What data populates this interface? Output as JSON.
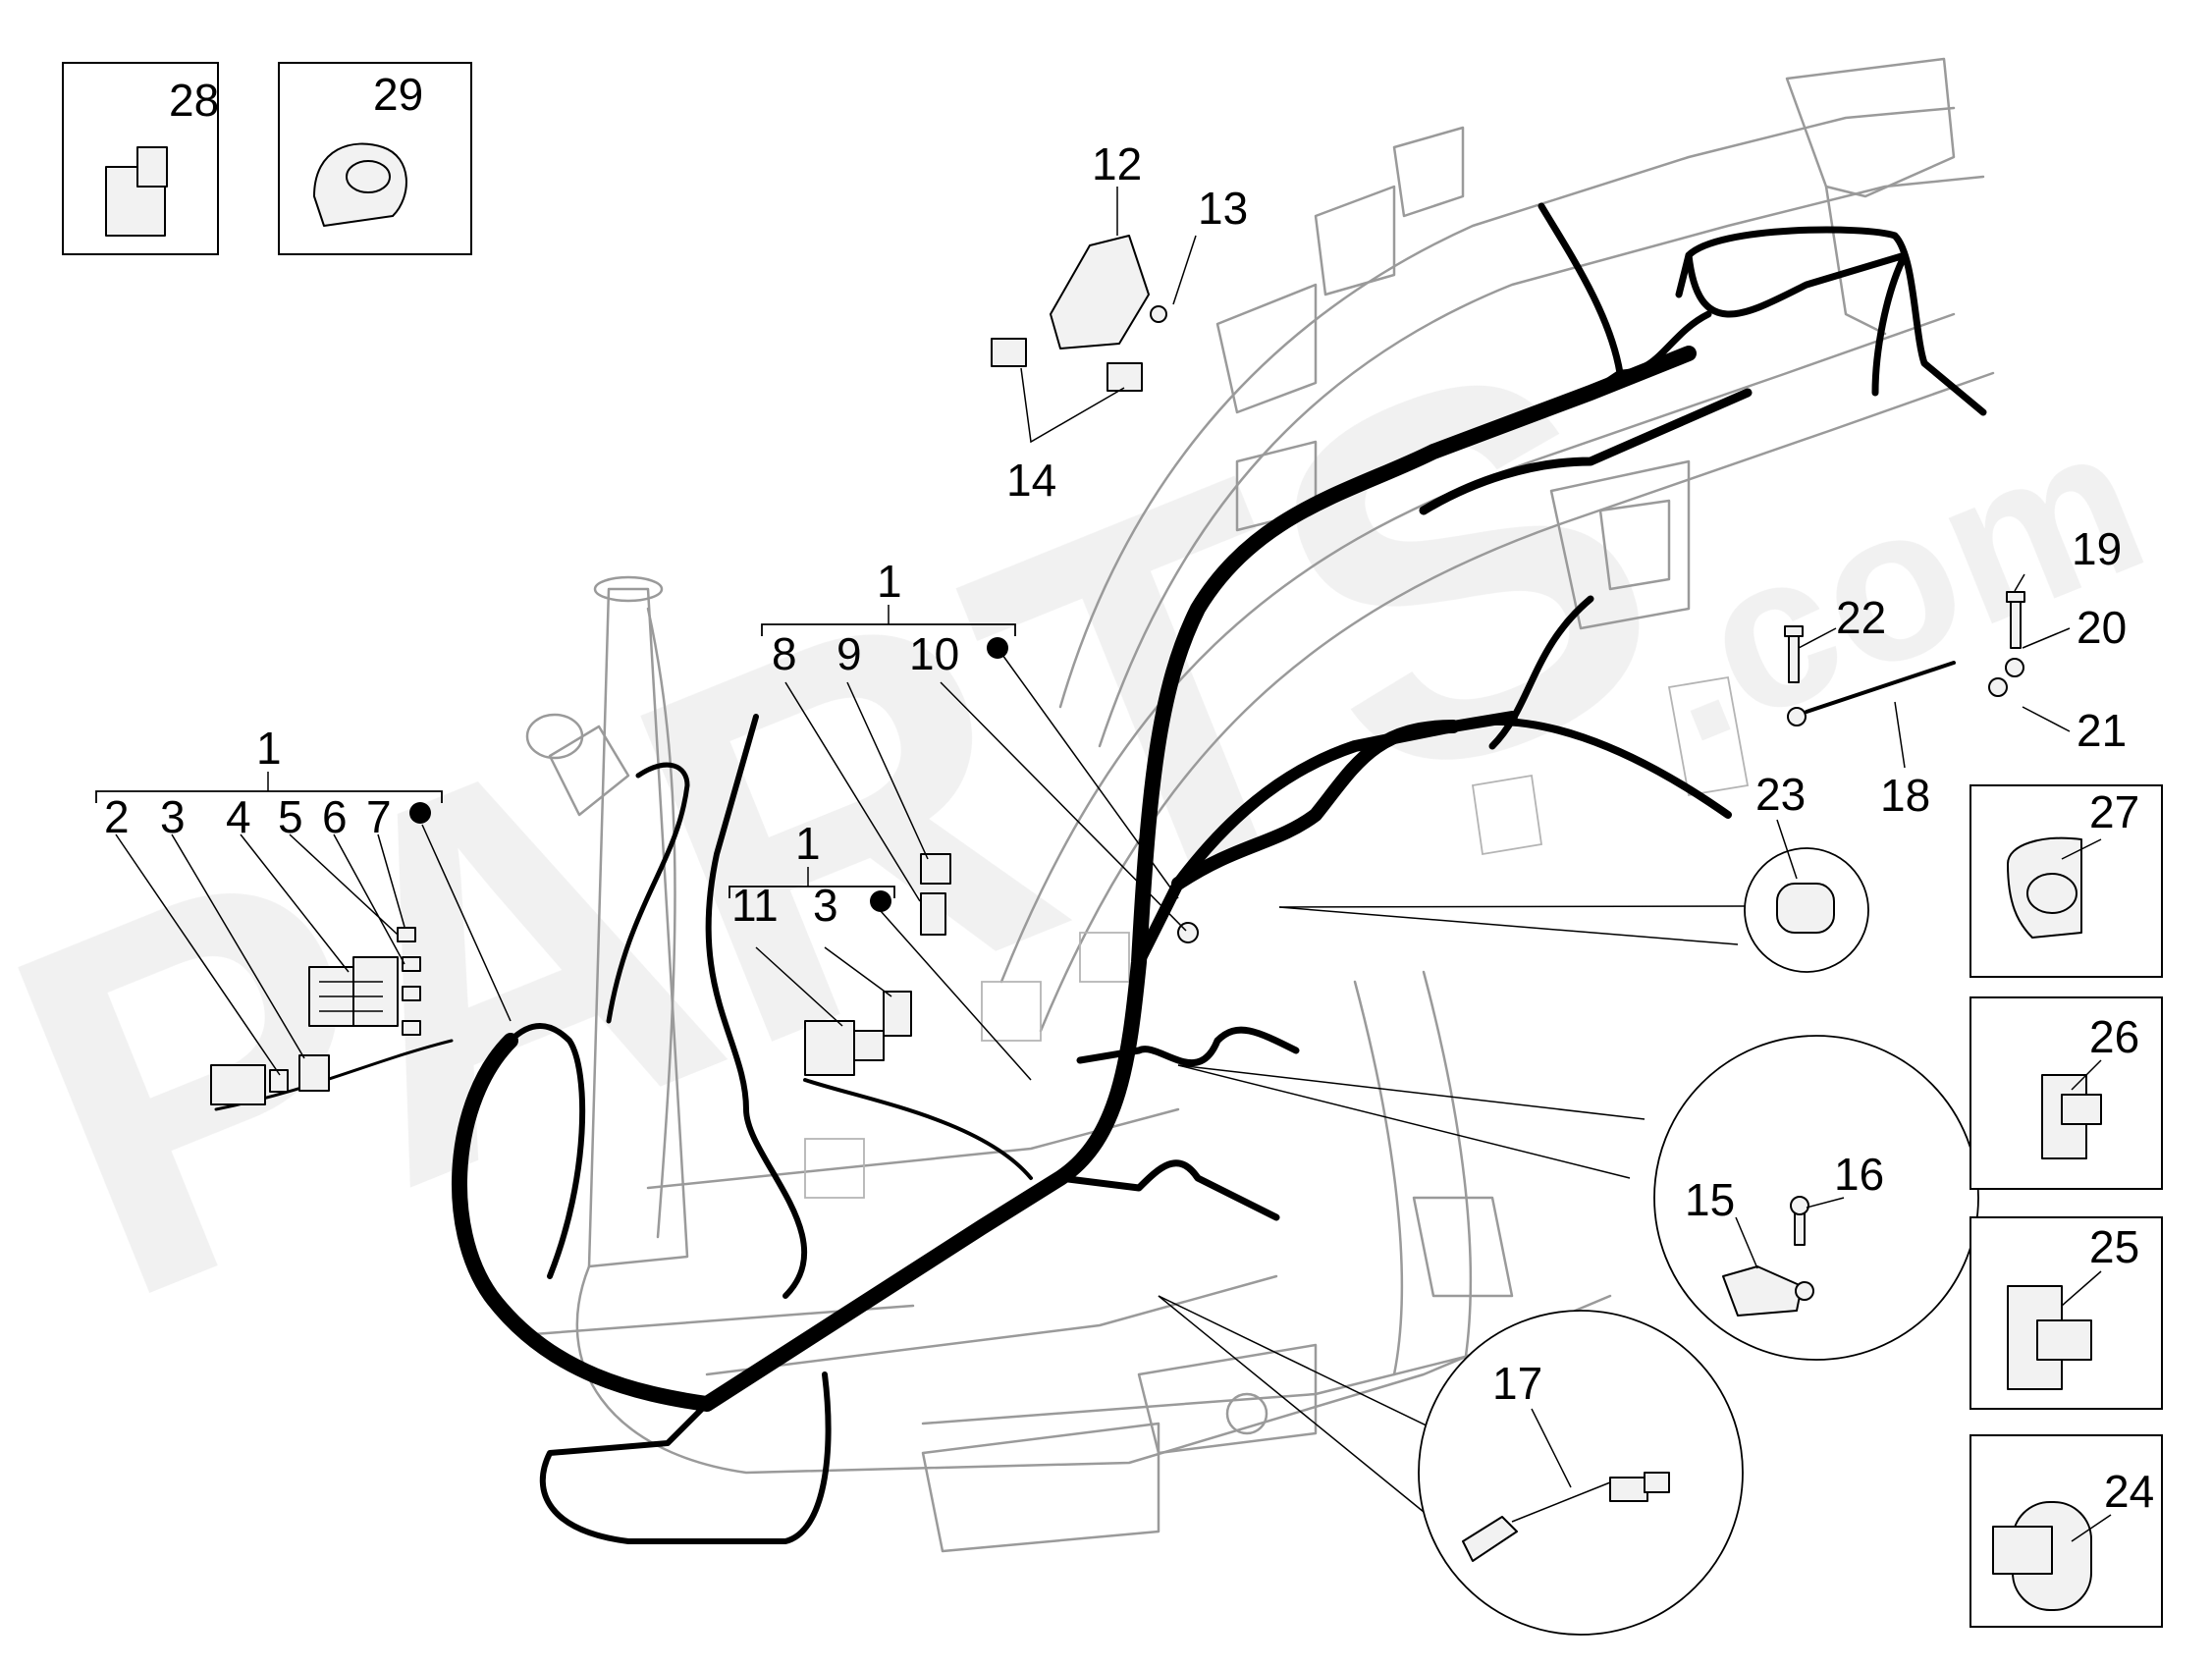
{
  "watermark": "PARTS",
  "watermark_domain": ".com",
  "callouts": {
    "c28": "28",
    "c29": "29",
    "c12": "12",
    "c13": "13",
    "c14": "14",
    "c1a": "1",
    "c8": "8",
    "c9": "9",
    "c10": "10",
    "c1b": "1",
    "c2": "2",
    "c3a": "3",
    "c4": "4",
    "c5": "5",
    "c6": "6",
    "c7": "7",
    "c1c": "1",
    "c11": "11",
    "c3b": "3",
    "c19": "19",
    "c20": "20",
    "c21": "21",
    "c22": "22",
    "c18": "18",
    "c23": "23",
    "c27": "27",
    "c26": "26",
    "c25": "25",
    "c24": "24",
    "c15": "15",
    "c16": "16",
    "c17": "17"
  }
}
